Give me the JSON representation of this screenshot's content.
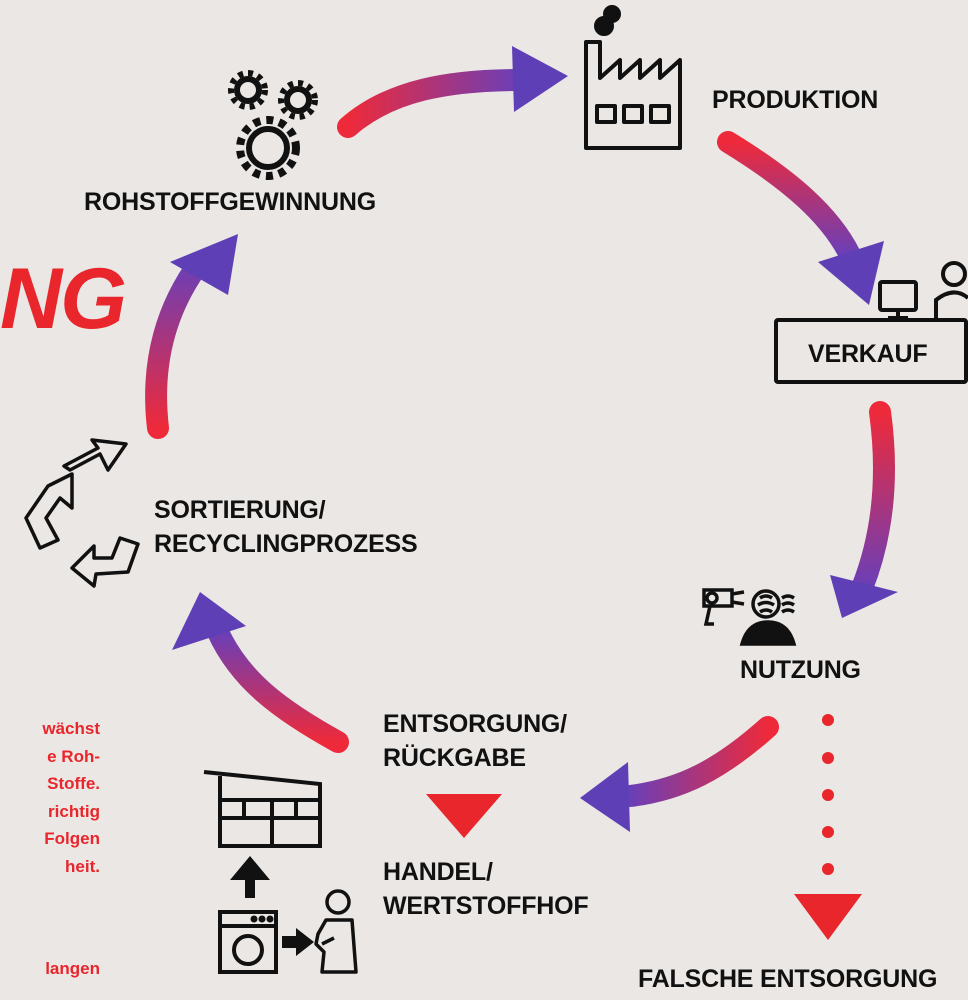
{
  "colors": {
    "background": "#ebe7e4",
    "arrow_red": "#e8262c",
    "arrow_purple": "#6a3fb8",
    "accent_red": "#e8262c",
    "icon_black": "#111111"
  },
  "title_fragment": "NG",
  "stages": {
    "rohstoffgewinnung": "ROHSTOFFGEWINNUNG",
    "produktion": "PRODUKTION",
    "verkauf": "VERKAUF",
    "nutzung": "NUTZUNG",
    "entsorgung_line1": "ENTSORGUNG/",
    "entsorgung_line2": "RÜCKGABE",
    "handel_line1": "HANDEL/",
    "handel_line2": "WERTSTOFFHOF",
    "sortierung_line1": "SORTIERUNG/",
    "sortierung_line2": "RECYCLINGPROZESS",
    "falsche_entsorgung": "FALSCHE ENTSORGUNG"
  },
  "side_text": {
    "line1": "wächst",
    "line2": "e Roh-",
    "line3": "Stoffe.",
    "line4": "richtig",
    "line5": "Folgen",
    "line6": "heit.",
    "line7": "langen"
  },
  "icons": [
    "gears-icon",
    "factory-icon",
    "sales-counter-icon",
    "hairdryer-user-icon",
    "recycling-icon",
    "store-icon",
    "washing-machine-icon",
    "person-icon"
  ]
}
